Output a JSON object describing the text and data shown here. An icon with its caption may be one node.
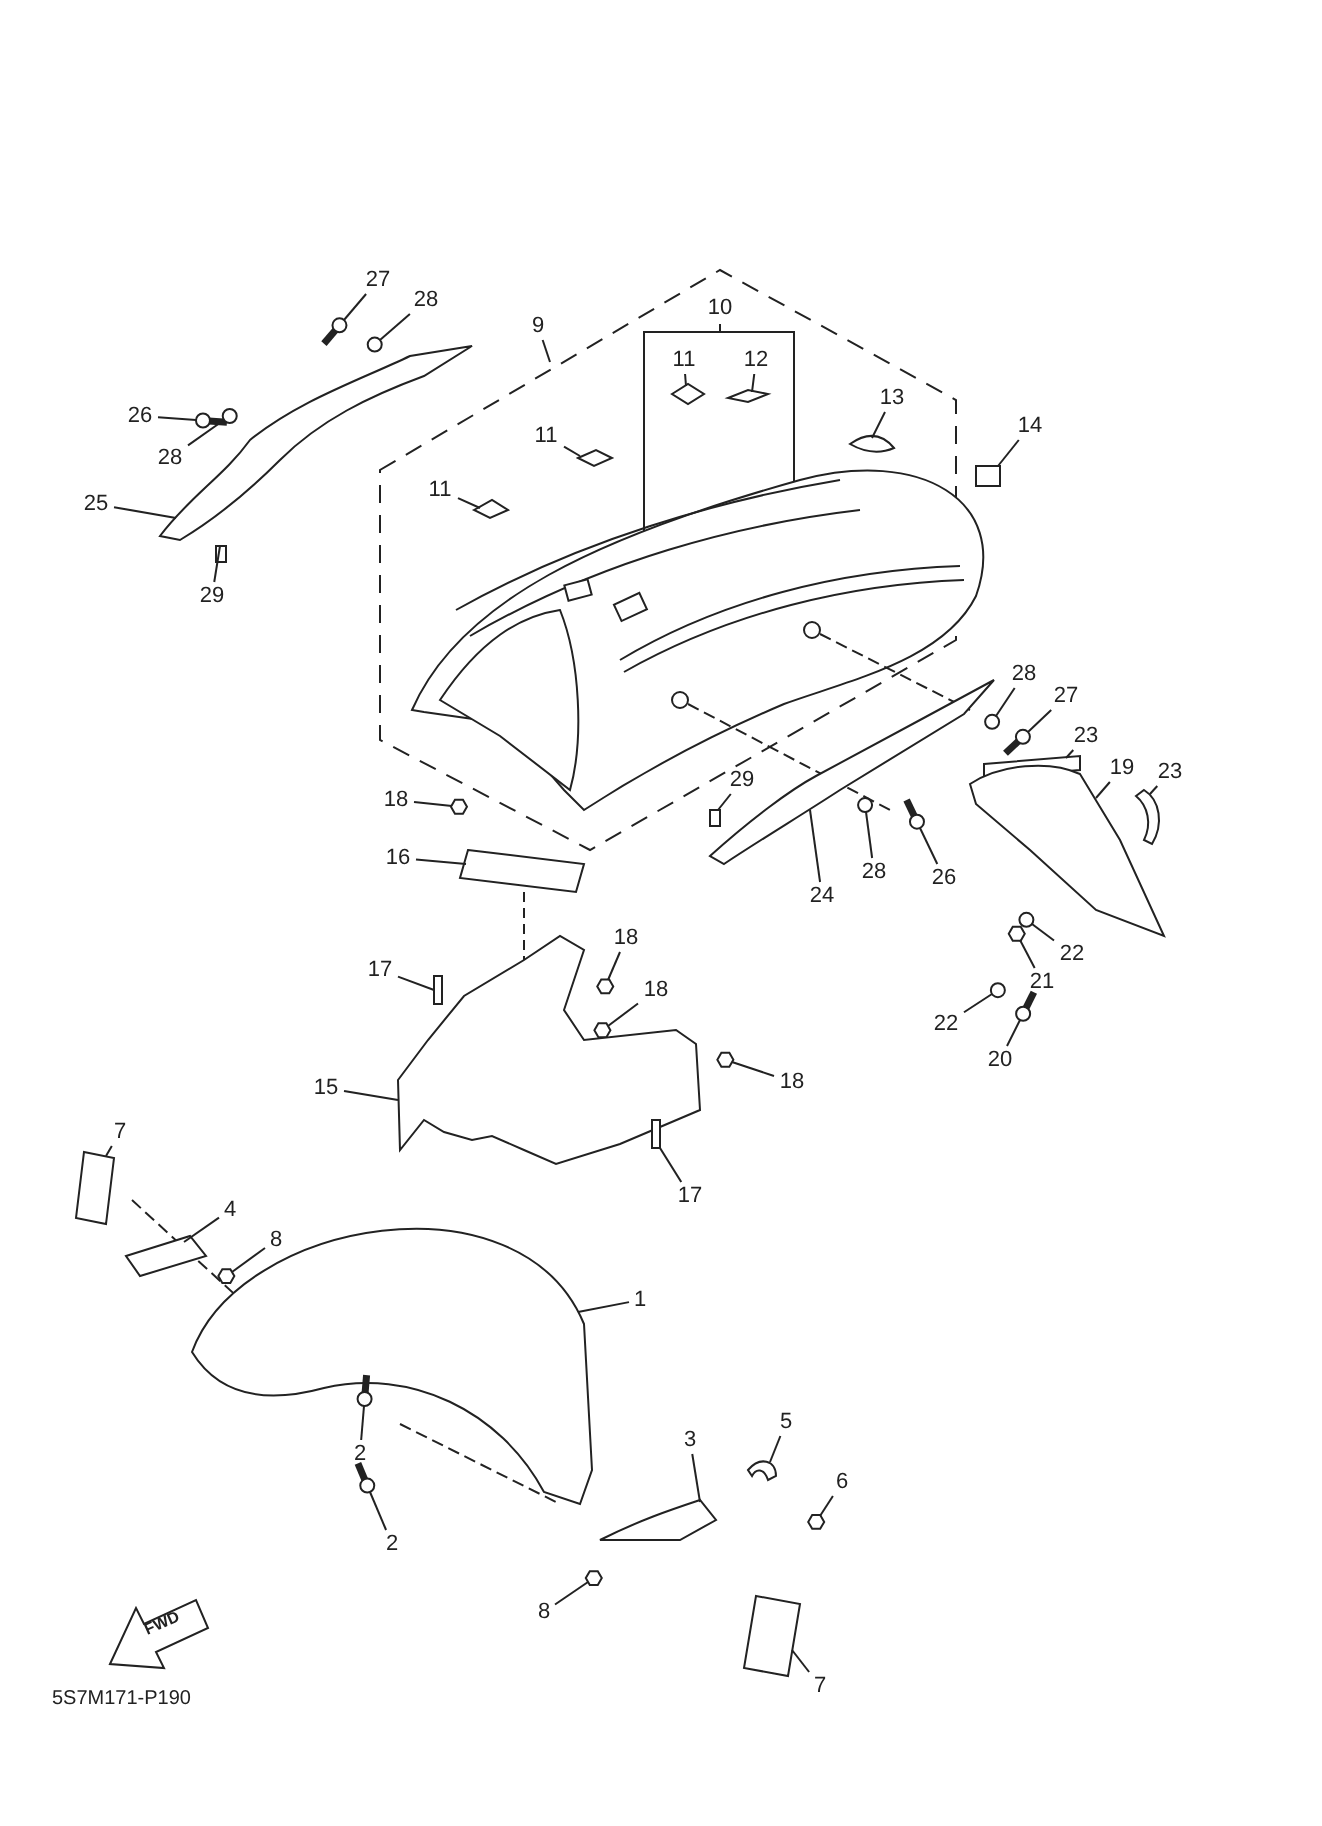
{
  "diagram": {
    "nodes": [
      {
        "text": [
          "27"
        ]
      },
      {
        "text": [
          "28"
        ]
      },
      {
        "text": [
          "26"
        ]
      },
      {
        "text": [
          "28"
        ]
      },
      {
        "text": [
          "25"
        ]
      },
      {
        "text": [
          "29"
        ]
      },
      {
        "text": [
          "9"
        ]
      },
      {
        "text": [
          "10"
        ]
      },
      {
        "text": [
          "11"
        ]
      },
      {
        "text": [
          "12"
        ]
      },
      {
        "text": [
          "13"
        ]
      },
      {
        "text": [
          "14"
        ]
      },
      {
        "text": [
          "11"
        ]
      },
      {
        "text": [
          "11"
        ]
      },
      {
        "text": [
          "18"
        ]
      },
      {
        "text": [
          "16"
        ]
      },
      {
        "text": [
          "28"
        ]
      },
      {
        "text": [
          "27"
        ]
      },
      {
        "text": [
          "23"
        ]
      },
      {
        "text": [
          "19"
        ]
      },
      {
        "text": [
          "23"
        ]
      },
      {
        "text": [
          "29"
        ]
      },
      {
        "text": [
          "28"
        ]
      },
      {
        "text": [
          "26"
        ]
      },
      {
        "text": [
          "24"
        ]
      },
      {
        "text": [
          "22"
        ]
      },
      {
        "text": [
          "21"
        ]
      },
      {
        "text": [
          "22"
        ]
      },
      {
        "text": [
          "20"
        ]
      },
      {
        "text": [
          "17"
        ]
      },
      {
        "text": [
          "18"
        ]
      },
      {
        "text": [
          "18"
        ]
      },
      {
        "text": [
          "15"
        ]
      },
      {
        "text": [
          "18"
        ]
      },
      {
        "text": [
          "17"
        ]
      },
      {
        "text": [
          "7"
        ]
      },
      {
        "text": [
          "4"
        ]
      },
      {
        "text": [
          "8"
        ]
      },
      {
        "text": [
          "1"
        ]
      },
      {
        "text": [
          "2"
        ]
      },
      {
        "text": [
          "2"
        ]
      },
      {
        "text": [
          "3"
        ]
      },
      {
        "text": [
          "5"
        ]
      },
      {
        "text": [
          "6"
        ]
      },
      {
        "text": [
          "8"
        ]
      },
      {
        "text": [
          "7"
        ]
      },
      {
        "text": [],
        "shape": "picture"
      },
      {
        "text": [],
        "shape": "circle"
      },
      {
        "text": [],
        "shape": "picture"
      },
      {
        "text": [],
        "shape": "circle"
      },
      {
        "text": [],
        "shape": "picture"
      },
      {
        "text": [],
        "shape": "box"
      },
      {
        "text": [],
        "shape": "picture"
      },
      {
        "text": [],
        "shape": "picture"
      },
      {
        "text": [],
        "shape": "picture"
      },
      {
        "text": [],
        "shape": "box"
      },
      {
        "text": [],
        "shape": "picture"
      },
      {
        "text": [],
        "shape": "picture"
      },
      {
        "text": [],
        "shape": "hexagon"
      },
      {
        "text": [],
        "shape": "picture"
      },
      {
        "text": [],
        "shape": "circle"
      },
      {
        "text": [],
        "shape": "picture"
      },
      {
        "text": [],
        "shape": "box"
      },
      {
        "text": [],
        "shape": "picture"
      },
      {
        "text": [],
        "shape": "picture"
      },
      {
        "text": [],
        "shape": "box"
      },
      {
        "text": [],
        "shape": "circle"
      },
      {
        "text": [],
        "shape": "picture"
      },
      {
        "text": [],
        "shape": "picture"
      },
      {
        "text": [],
        "shape": "circle"
      },
      {
        "text": [],
        "shape": "hexagon"
      },
      {
        "text": [],
        "shape": "circle"
      },
      {
        "text": [],
        "shape": "picture"
      },
      {
        "text": [],
        "shape": "box"
      },
      {
        "text": [],
        "shape": "hexagon"
      },
      {
        "text": [],
        "shape": "hexagon"
      },
      {
        "text": [],
        "shape": "picture"
      },
      {
        "text": [],
        "shape": "hexagon"
      },
      {
        "text": [],
        "shape": "box"
      },
      {
        "text": [],
        "shape": "picture"
      },
      {
        "text": [],
        "shape": "picture"
      },
      {
        "text": [],
        "shape": "hexagon"
      },
      {
        "text": [],
        "shape": "picture"
      },
      {
        "text": [],
        "shape": "picture"
      },
      {
        "text": [],
        "shape": "picture"
      },
      {
        "text": [],
        "shape": "picture"
      },
      {
        "text": [],
        "shape": "picture"
      },
      {
        "text": [],
        "shape": "hexagon"
      },
      {
        "text": [],
        "shape": "hexagon"
      },
      {
        "text": [],
        "shape": "picture"
      }
    ],
    "edges": [
      {
        "from": 0,
        "to": 46,
        "arrow": "none"
      },
      {
        "from": 1,
        "to": 47,
        "arrow": "none"
      },
      {
        "from": 2,
        "to": 48,
        "arrow": "none"
      },
      {
        "from": 3,
        "to": 49,
        "arrow": "none"
      },
      {
        "from": 4,
        "to": 50,
        "arrow": "none"
      },
      {
        "from": 5,
        "to": 51,
        "arrow": "none"
      },
      {
        "from": 6,
        "to": null,
        "arrow": "none"
      },
      {
        "from": 8,
        "to": 52,
        "arrow": "none"
      },
      {
        "from": 9,
        "to": 53,
        "arrow": "none"
      },
      {
        "from": 10,
        "to": 54,
        "arrow": "none"
      },
      {
        "from": 11,
        "to": 55,
        "arrow": "none"
      },
      {
        "from": 12,
        "to": 56,
        "arrow": "none"
      },
      {
        "from": 13,
        "to": 57,
        "arrow": "none"
      },
      {
        "from": 14,
        "to": 58,
        "arrow": "none"
      },
      {
        "from": 15,
        "to": 59,
        "arrow": "none"
      },
      {
        "from": 16,
        "to": 60,
        "arrow": "none"
      },
      {
        "from": 17,
        "to": 61,
        "arrow": "none"
      },
      {
        "from": 18,
        "to": 62,
        "arrow": "none"
      },
      {
        "from": 19,
        "to": 63,
        "arrow": "none"
      },
      {
        "from": 20,
        "to": 64,
        "arrow": "none"
      },
      {
        "from": 21,
        "to": 65,
        "arrow": "none"
      },
      {
        "from": 22,
        "to": 66,
        "arrow": "none"
      },
      {
        "from": 23,
        "to": 67,
        "arrow": "none"
      },
      {
        "from": 24,
        "to": 68,
        "arrow": "none"
      },
      {
        "from": 25,
        "to": 69,
        "arrow": "none"
      },
      {
        "from": 26,
        "to": 70,
        "arrow": "none"
      },
      {
        "from": 27,
        "to": 71,
        "arrow": "none"
      },
      {
        "from": 28,
        "to": 72,
        "arrow": "none"
      },
      {
        "from": 29,
        "to": 73,
        "arrow": "none"
      },
      {
        "from": 30,
        "to": 74,
        "arrow": "none"
      },
      {
        "from": 31,
        "to": 75,
        "arrow": "none"
      },
      {
        "from": 32,
        "to": 76,
        "arrow": "none"
      },
      {
        "from": 33,
        "to": 77,
        "arrow": "none"
      },
      {
        "from": 34,
        "to": 78,
        "arrow": "none"
      },
      {
        "from": 35,
        "to": 79,
        "arrow": "none"
      },
      {
        "from": 36,
        "to": 80,
        "arrow": "none"
      },
      {
        "from": 37,
        "to": 81,
        "arrow": "none"
      },
      {
        "from": 38,
        "to": 82,
        "arrow": "none"
      },
      {
        "from": 39,
        "to": 83,
        "arrow": "none"
      },
      {
        "from": 40,
        "to": 84,
        "arrow": "none"
      },
      {
        "from": 41,
        "to": 85,
        "arrow": "none"
      },
      {
        "from": 42,
        "to": 86,
        "arrow": "none"
      },
      {
        "from": 43,
        "to": 87,
        "arrow": "none"
      },
      {
        "from": 44,
        "to": 88,
        "arrow": "none"
      },
      {
        "from": 45,
        "to": 89,
        "arrow": "none"
      },
      {
        "from": 59,
        "to": 76,
        "arrow": "none",
        "style": "dashed"
      }
    ],
    "labels": [
      "FWD",
      "5S7M171-P190"
    ]
  }
}
